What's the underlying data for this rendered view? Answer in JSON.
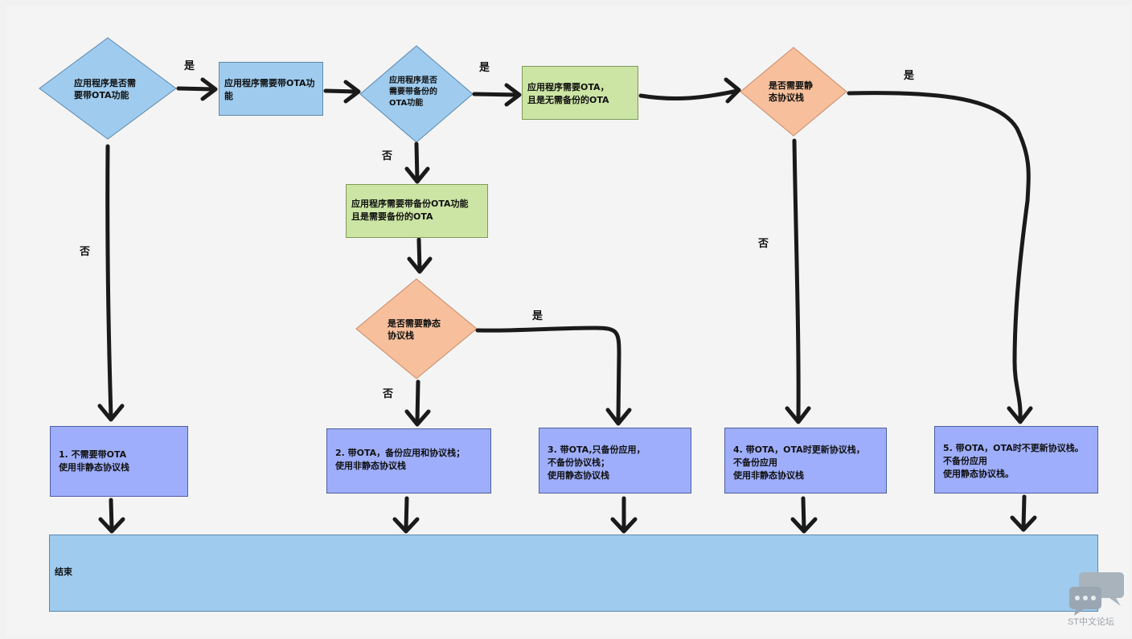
{
  "diagram": {
    "decisions": {
      "need_ota": "应用程序是否需\n要带OTA功能",
      "need_backup": "应用程序是否\n需要带备份的\nOTA功能",
      "need_static_1": "是否需要静\n态协议栈",
      "need_static_2": "是否需要静态\n协议栈"
    },
    "processes": {
      "with_ota": "应用程序需要带OTA功\n能",
      "no_backup": "应用程序需要OTA，\n且是无需备份的OTA",
      "with_backup": "应用程序需要带备份OTA功能\n且是需要备份的OTA"
    },
    "outcomes": {
      "o1": "1. 不需要带OTA\n使用非静态协议栈",
      "o2": "2. 带OTA，备份应用和协议栈；\n使用非静态协议栈",
      "o3": "3. 带OTA,只备份应用，\n不备份协议栈；\n使用静态协议栈",
      "o4": "4. 带OTA，OTA时更新协议栈，\n不备份应用\n使用非静态协议栈",
      "o5": "5. 带OTA，OTA时不更新协议栈。\n不备份应用\n使用静态协议栈。"
    },
    "end": "结束",
    "labels": {
      "yes": "是",
      "no": "否"
    },
    "colors": {
      "decision_blue": "#9ecbee",
      "decision_orange": "#f7bf9c",
      "process_blue": "#9ecbee",
      "process_green": "#cce5a4",
      "outcome_purple": "#9eaefc",
      "arrow": "#1a1a1a"
    }
  },
  "watermark": "ST中文论坛",
  "watermark_icon": "chat-bubbles-icon"
}
